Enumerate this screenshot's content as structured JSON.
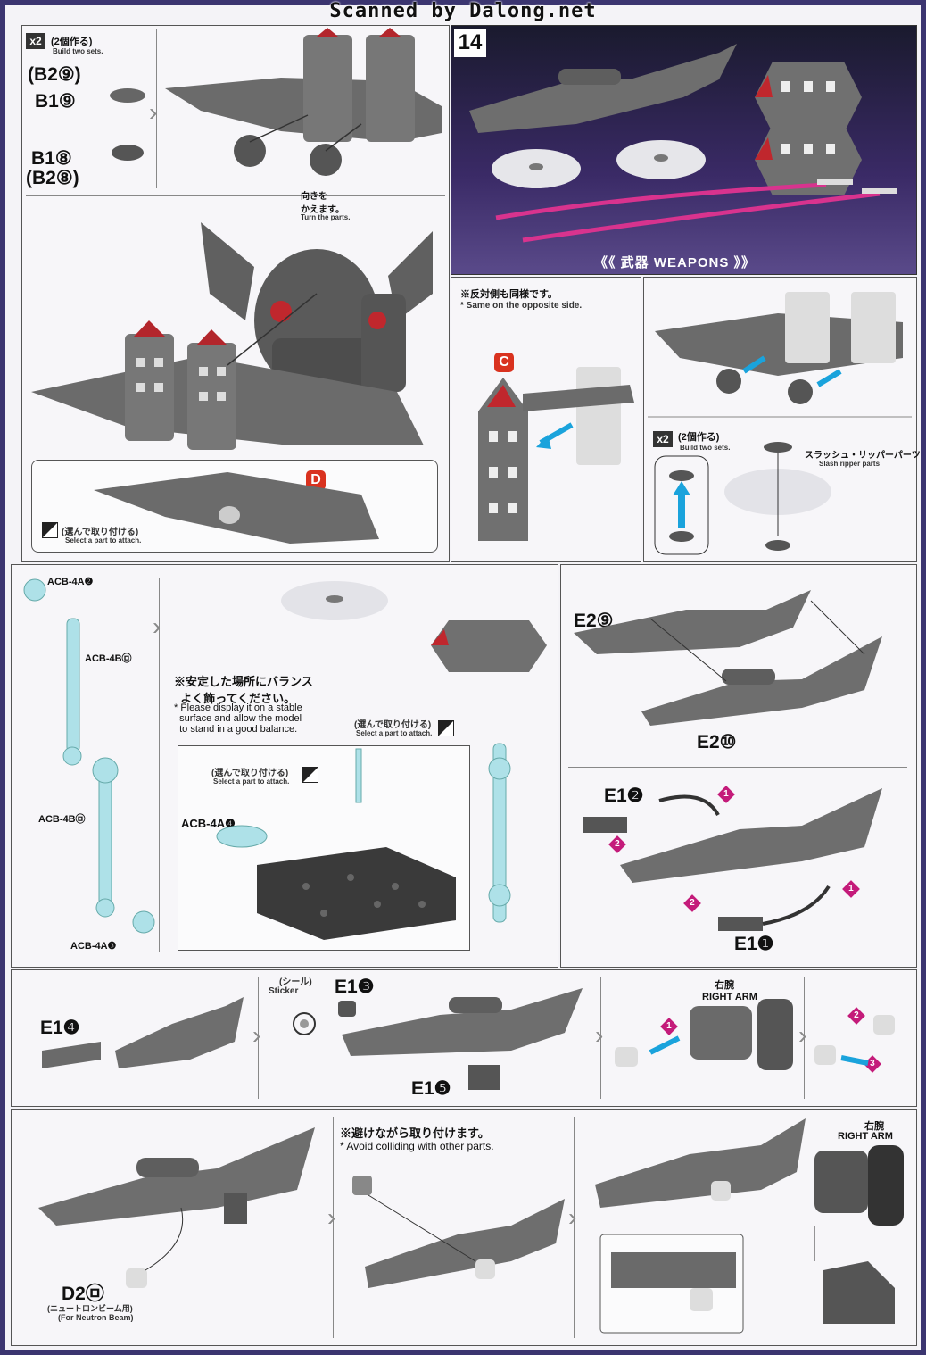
{
  "watermark": "Scanned by Dalong.net",
  "step1": {
    "x2": "x2",
    "build_jp": "(2個作る)",
    "build_en": "Build two sets.",
    "part_b2_9": "(B2⑨)",
    "part_b1_9": "B1⑨",
    "part_b1_8": "B1⑧",
    "part_b2_8": "(B2⑧)",
    "turn_jp": "向きを\nかえます。",
    "turn_en": "Turn the parts.",
    "badge_d": "D",
    "select_jp": "(選んで取り付ける)",
    "select_en": "Select a part to attach."
  },
  "step14": {
    "number": "14",
    "weapons_label": "《《 武器 WEAPONS 》》"
  },
  "step_c": {
    "note_jp": "※反対側も同様です。",
    "note_en": "* Same on the opposite side.",
    "badge_c": "C"
  },
  "step_slash": {
    "x2": "x2",
    "build_jp": "(2個作る)",
    "build_en": "Build two sets.",
    "slash_jp": "スラッシュ・リッパーパーツ",
    "slash_en": "Slash ripper parts"
  },
  "step_stand": {
    "acb_4a2": "ACB-4A❷",
    "acb_4b24_a": "ACB-4B㉤",
    "acb_4b24_b": "ACB-4B㉤",
    "acb_4a3": "ACB-4A❸",
    "balance_jp": "※安定した場所にバランス\n  よく飾ってください。",
    "balance_en": "* Please display it on a stable\n  surface and allow the model\n  to stand in a good balance.",
    "select_jp": "(選んで取り付ける)",
    "select_en": "Select a part to attach.",
    "select_jp2": "(選んで取り付ける)",
    "select_en2": "Select a part to attach.",
    "acb_4a4": "ACB-4A❹"
  },
  "step_rifle": {
    "e2_9": "E2⑨",
    "e2_10": "E2⑩",
    "e1_2": "E1❷",
    "e1_1": "E1❶",
    "order": [
      "1",
      "2",
      "1",
      "2"
    ]
  },
  "step_scope": {
    "e1_4": "E1❹",
    "sticker_jp": "(シール)",
    "sticker_en": "Sticker",
    "e1_3": "E1❸",
    "e1_5": "E1❺",
    "right_arm_jp": "右腕",
    "right_arm_en": "RIGHT ARM",
    "orders": [
      "1",
      "2",
      "3"
    ]
  },
  "step_hand": {
    "d2_24": "D2㉤",
    "neutron_jp": "(ニュートロンビーム用)",
    "neutron_en": "(For Neutron Beam)",
    "avoid_jp": "※避けながら取り付けます。",
    "avoid_en": "* Avoid colliding with other parts.",
    "right_arm_jp": "右腕",
    "right_arm_en": "RIGHT ARM"
  }
}
